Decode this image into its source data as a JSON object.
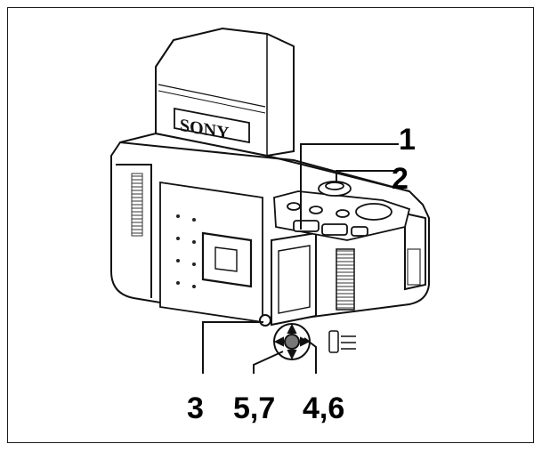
{
  "figure": {
    "brand_text": "SONY",
    "callouts": [
      {
        "id": "callout-1",
        "label": "1"
      },
      {
        "id": "callout-2",
        "label": "2"
      },
      {
        "id": "callout-3",
        "label": "3"
      },
      {
        "id": "callout-57",
        "label": "5,7"
      },
      {
        "id": "callout-46",
        "label": "4,6"
      }
    ]
  }
}
